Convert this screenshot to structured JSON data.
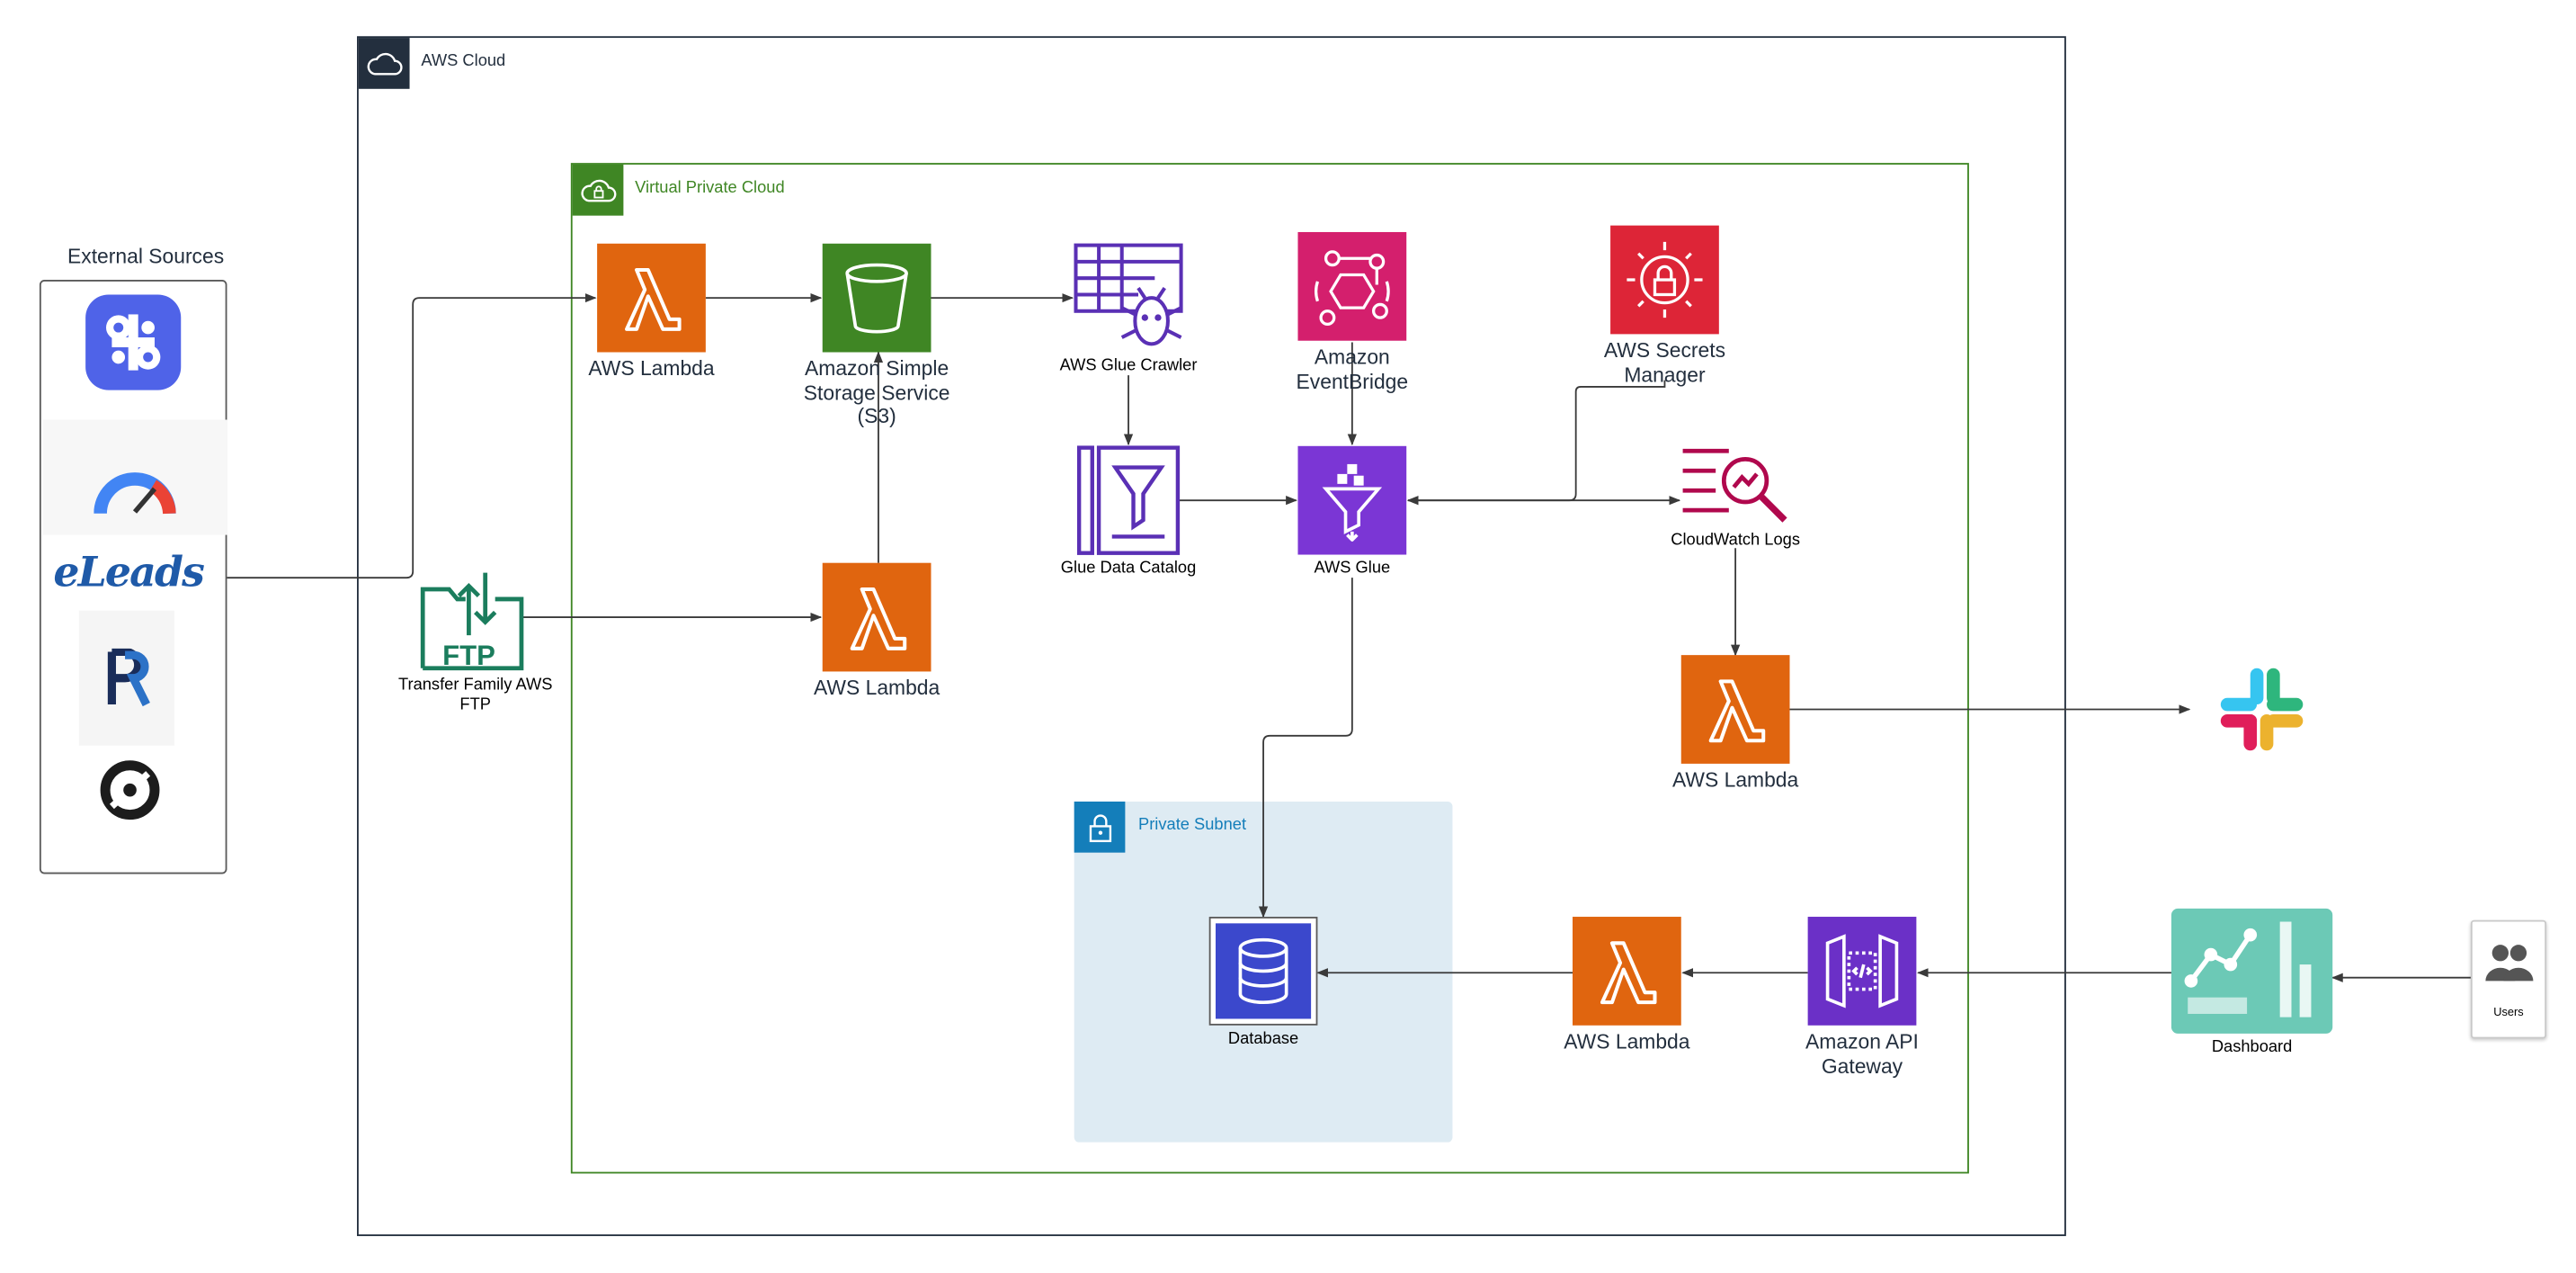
{
  "groups": {
    "aws_cloud": "AWS Cloud",
    "vpc": "Virtual Private Cloud",
    "private_subnet": "Private Subnet",
    "external_sources": "External Sources"
  },
  "nodes": {
    "lambda_top": "AWS Lambda",
    "s3": "Amazon Simple Storage Service (S3)",
    "glue_crawler": "AWS Glue Crawler",
    "eventbridge": "Amazon EventBridge",
    "secrets_manager": "AWS Secrets Manager",
    "glue_catalog": "Glue Data Catalog",
    "aws_glue": "AWS Glue",
    "cloudwatch": "CloudWatch Logs",
    "lambda_mid": "AWS Lambda",
    "transfer_ftp": "Transfer Family AWS FTP",
    "ftp_glyph": "FTP",
    "lambda_alert": "AWS Lambda",
    "database": "Database",
    "lambda_api": "AWS Lambda",
    "api_gateway": "Amazon API Gateway",
    "dashboard": "Dashboard",
    "users": "Users"
  },
  "external_logos": {
    "eleads": "eLeads"
  },
  "colors": {
    "lambda": "#e0650f",
    "s3": "#3f8624",
    "eventbridge": "#d41f6d",
    "secrets": "#dd2537",
    "glue": "#7b36d5",
    "api_gateway": "#6b30c7",
    "database": "#3b48cc",
    "crawler_catalog": "#5a30b5",
    "cloudwatch": "#b0084d",
    "ftp": "#1b7d5d",
    "dashboard": "#6cc9b6",
    "vpc_border": "#3f8624",
    "subnet_fill": "#deebf3",
    "subnet_tag": "#147eba"
  }
}
